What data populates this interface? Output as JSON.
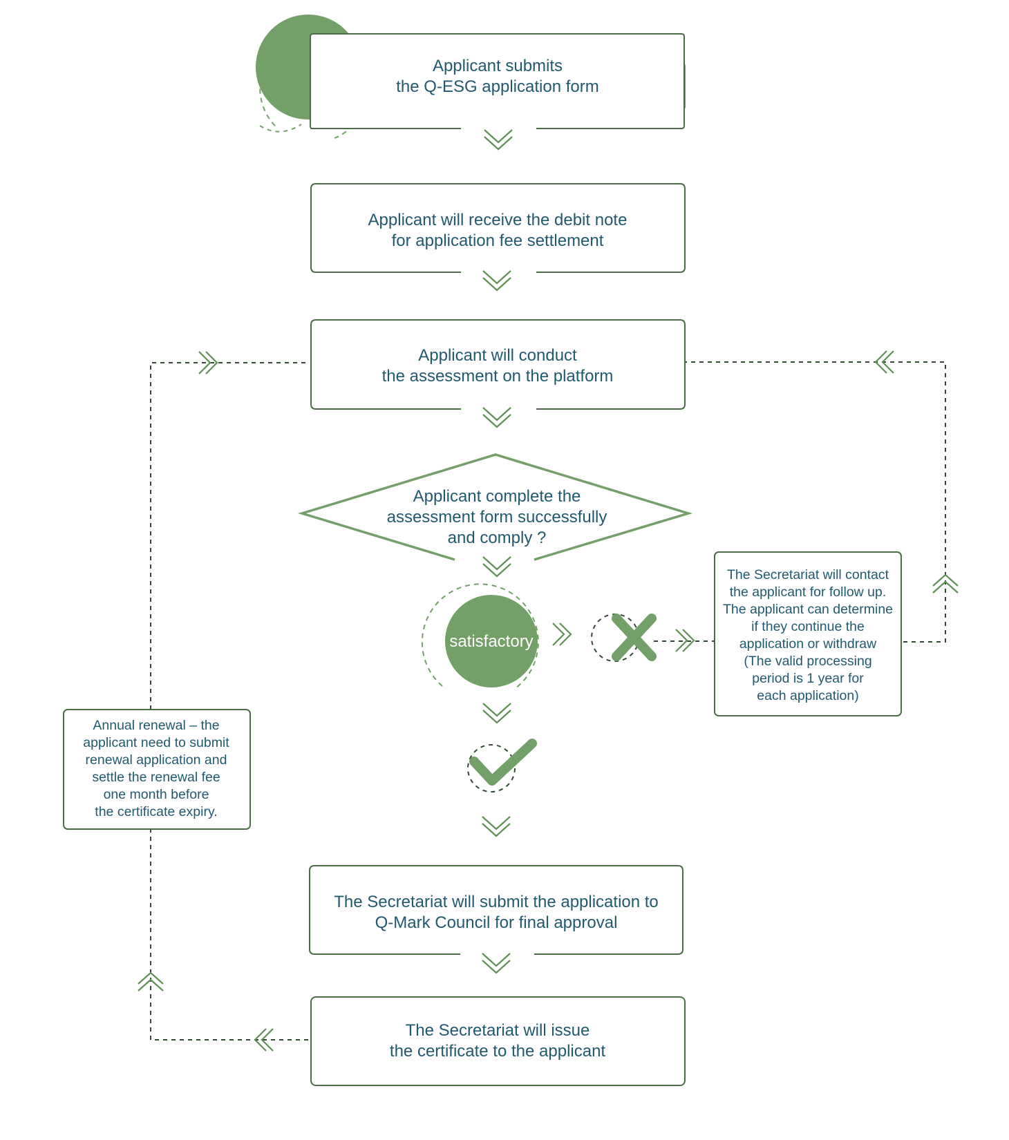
{
  "steps": {
    "submit": [
      "Applicant submits",
      "the Q-ESG application form"
    ],
    "debit_note": [
      "Applicant will receive the debit note",
      "for application fee settlement"
    ],
    "assessment": [
      "Applicant will conduct",
      "the assessment on the platform"
    ],
    "decision": [
      "Applicant complete the",
      "assessment form successfully",
      "and comply ?"
    ],
    "satisfactory": "satisfactory",
    "council": [
      "The Secretariat will submit the application to",
      "Q-Mark Council for final approval"
    ],
    "issue": [
      "The Secretariat will issue",
      "the certificate to the applicant"
    ]
  },
  "notes": {
    "follow_up": [
      "The Secretariat will contact",
      "the applicant for follow up.",
      "The applicant can determine",
      "if they continue the",
      "application or withdraw",
      "(The valid processing",
      "period is 1 year for",
      "each application)"
    ],
    "renewal": [
      "Annual renewal – the",
      "applicant need to submit",
      "renewal application and",
      "settle the renewal fee",
      "one month before",
      "the certificate expiry."
    ]
  },
  "icons": {
    "start": "start-blob-icon",
    "fail": "cross-icon",
    "pass": "check-icon",
    "connector": "double-chevron-icon"
  },
  "colors": {
    "accent": "#739f68",
    "border": "#4a6b46",
    "text": "#215a6e",
    "connector": "#2f4a2f"
  }
}
